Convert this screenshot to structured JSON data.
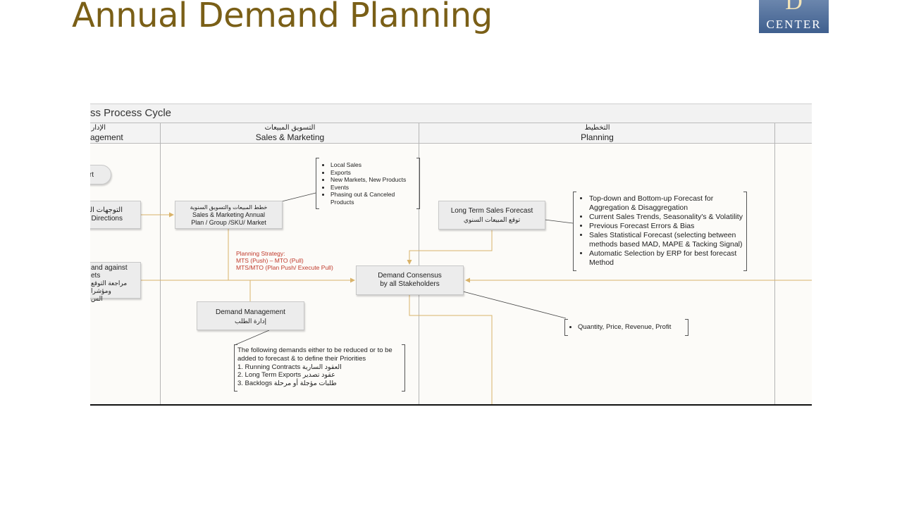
{
  "slide": {
    "title": "Annual Demand Planning",
    "logo": {
      "letter": "D",
      "word": "CENTER"
    }
  },
  "diagram": {
    "title": "ss Process Cycle",
    "lanes": [
      {
        "arabic": "الإدار",
        "english": "agement"
      },
      {
        "arabic": "التسويق المبيعات",
        "english": "Sales & Marketing"
      },
      {
        "arabic": "التخطيط",
        "english": "Planning"
      }
    ],
    "mgmt": {
      "start_label": "rt",
      "directions_ar": "التوجهات الرئيس",
      "directions_en": "Directions",
      "review_lines": [
        "and against",
        "ets",
        "مراجعة التوقع ومؤشرا",
        "الس"
      ]
    },
    "sales_plan": {
      "ar": "خطط المبيعات والتسويق السنوية",
      "line1": "Sales & Marketing Annual",
      "line2": "Plan / Group /SKU/ Market"
    },
    "sales_list": [
      "Local Sales",
      "Exports",
      "New Markets, New Products",
      "Events",
      "Phasing out & Canceled Products"
    ],
    "strategy": {
      "label": "Planning Strategy:",
      "line1": "MTS (Push) – MTO (Pull)",
      "line2": "MTS/MTO (Plan Push/ Execute Pull)"
    },
    "demand_mgmt": {
      "en": "Demand Management",
      "ar": "إدارة الطلب"
    },
    "demand_note": {
      "intro1": "The following demands either to be reduced or to be",
      "intro2": "added to forecast & to define their Priorities",
      "item1": "1. Running Contracts العقود السارية",
      "item2": "2. Long Term  Exports عقود تصدير",
      "item3": "3. Backlogs طلبات مؤجلة أو مرحلة"
    },
    "consensus": {
      "line1": "Demand Consensus",
      "line2": "by all Stakeholders"
    },
    "long_term": {
      "en": "Long Term Sales Forecast",
      "ar": "توقع المبيعات السنوي"
    },
    "forecast_list": [
      "Top-down and Bottom-up Forecast for Aggregation & Disaggregation",
      "Current Sales Trends, Seasonality's & Volatility",
      "Previous Forecast Errors & Bias",
      "Sales Statistical Forecast (selecting between methods based MAD, MAPE & Tacking Signal)",
      "Automatic Selection by ERP for best forecast Method"
    ],
    "outputs": "Quantity, Price, Revenue, Profit"
  },
  "colors": {
    "title": "#7a5f17",
    "connector": "#d9b36a",
    "strategy": "#c0392b",
    "logo": "#4a6a96"
  }
}
